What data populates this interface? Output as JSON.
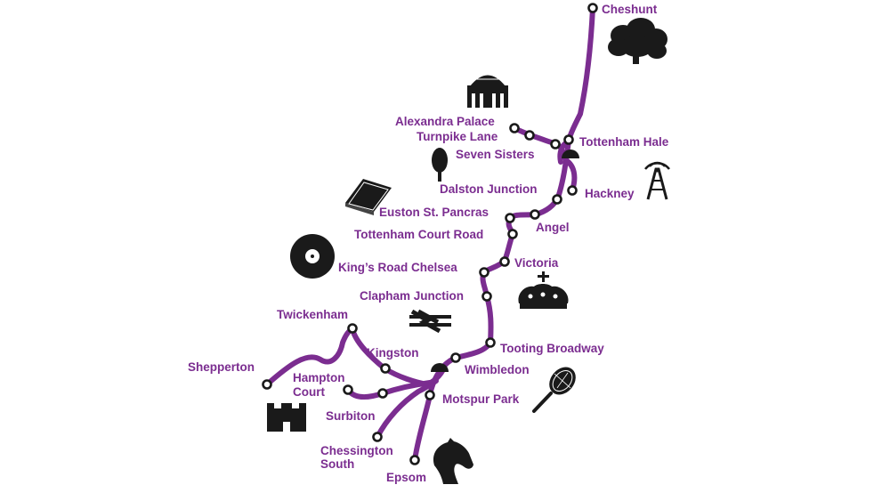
{
  "colors": {
    "route": "#7b2d90",
    "stop_outline": "#1a1a1a",
    "label": "#7b2d90",
    "icon": "#1a1a1a"
  },
  "stations": {
    "cheshunt": "Cheshunt",
    "alexandra_palace": "Alexandra Palace",
    "turnpike_lane": "Turnpike Lane",
    "tottenham_hale": "Tottenham Hale",
    "seven_sisters": "Seven Sisters",
    "dalston_junction": "Dalston Junction",
    "hackney": "Hackney",
    "euston_st_pancras": "Euston St. Pancras",
    "angel": "Angel",
    "tottenham_court_road": "Tottenham Court Road",
    "kings_road_chelsea": "King’s Road Chelsea",
    "victoria": "Victoria",
    "clapham_junction": "Clapham Junction",
    "twickenham": "Twickenham",
    "kingston": "Kingston",
    "tooting_broadway": "Tooting Broadway",
    "shepperton": "Shepperton",
    "hampton_court_line1": "Hampton",
    "hampton_court_line2": "Court",
    "wimbledon": "Wimbledon",
    "motspur_park": "Motspur Park",
    "surbiton": "Surbiton",
    "chessington_south_line1": "Chessington",
    "chessington_south_line2": "South",
    "epsom": "Epsom"
  },
  "icons": [
    "tree-icon",
    "palace-icon",
    "small-tree-icon",
    "book-icon",
    "broadcast-tower-icon",
    "vinyl-record-icon",
    "crown-icon",
    "national-rail-icon",
    "tennis-racket-icon",
    "castle-icon",
    "horse-head-icon"
  ]
}
